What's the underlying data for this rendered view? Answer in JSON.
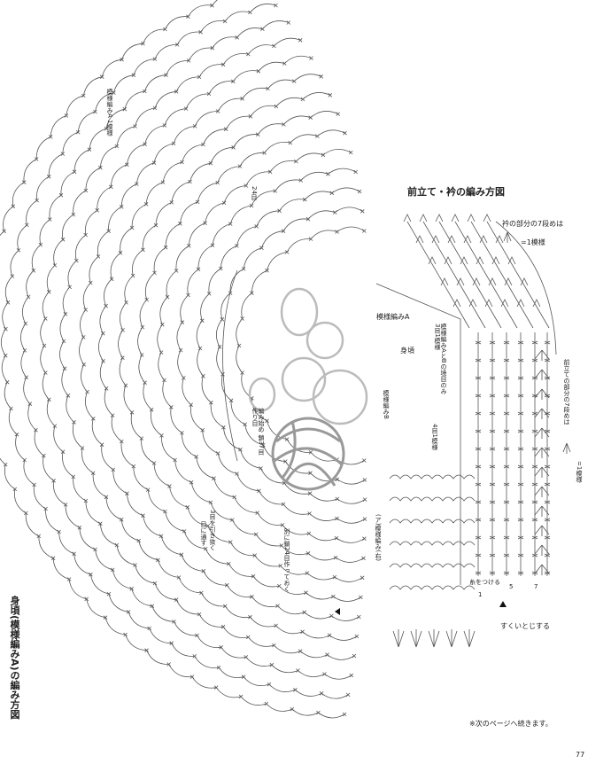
{
  "main_diagram": {
    "title": "身頃(模様編みA)の編み方図",
    "labels": {
      "pattern_a_repeat": "模様編みA 1模様",
      "rows_24": "24目",
      "pattern_start": "編み始め 鎖37目作り目",
      "join_note": "3目を引き抜く",
      "join_note2": "目に通す",
      "separate_note": "別に鎖24目作っておく"
    }
  },
  "side_diagram": {
    "title": "前立て・衿の編み方図",
    "labels": {
      "collar_section": "衿の部分の7段めは",
      "collar_repeat": "=1模様",
      "pattern_a": "模様編みA",
      "body": "身頃",
      "pattern_ab_note": "模様編みAとBの境目のみ3目1模様",
      "pattern_b": "模様編みB",
      "four_rows": "4目1模様",
      "front_band": "前立ての部分の7段めは",
      "front_repeat": "=1模様",
      "continue_label": "(ア)模様編み(右)",
      "thread_label": "糸をつける",
      "col_1": "1",
      "col_5": "5",
      "col_7": "7",
      "slip_stitch": "すくいとじする"
    }
  },
  "footer": {
    "continue_note": "※次のページへ続きます。",
    "page_number": "77"
  }
}
